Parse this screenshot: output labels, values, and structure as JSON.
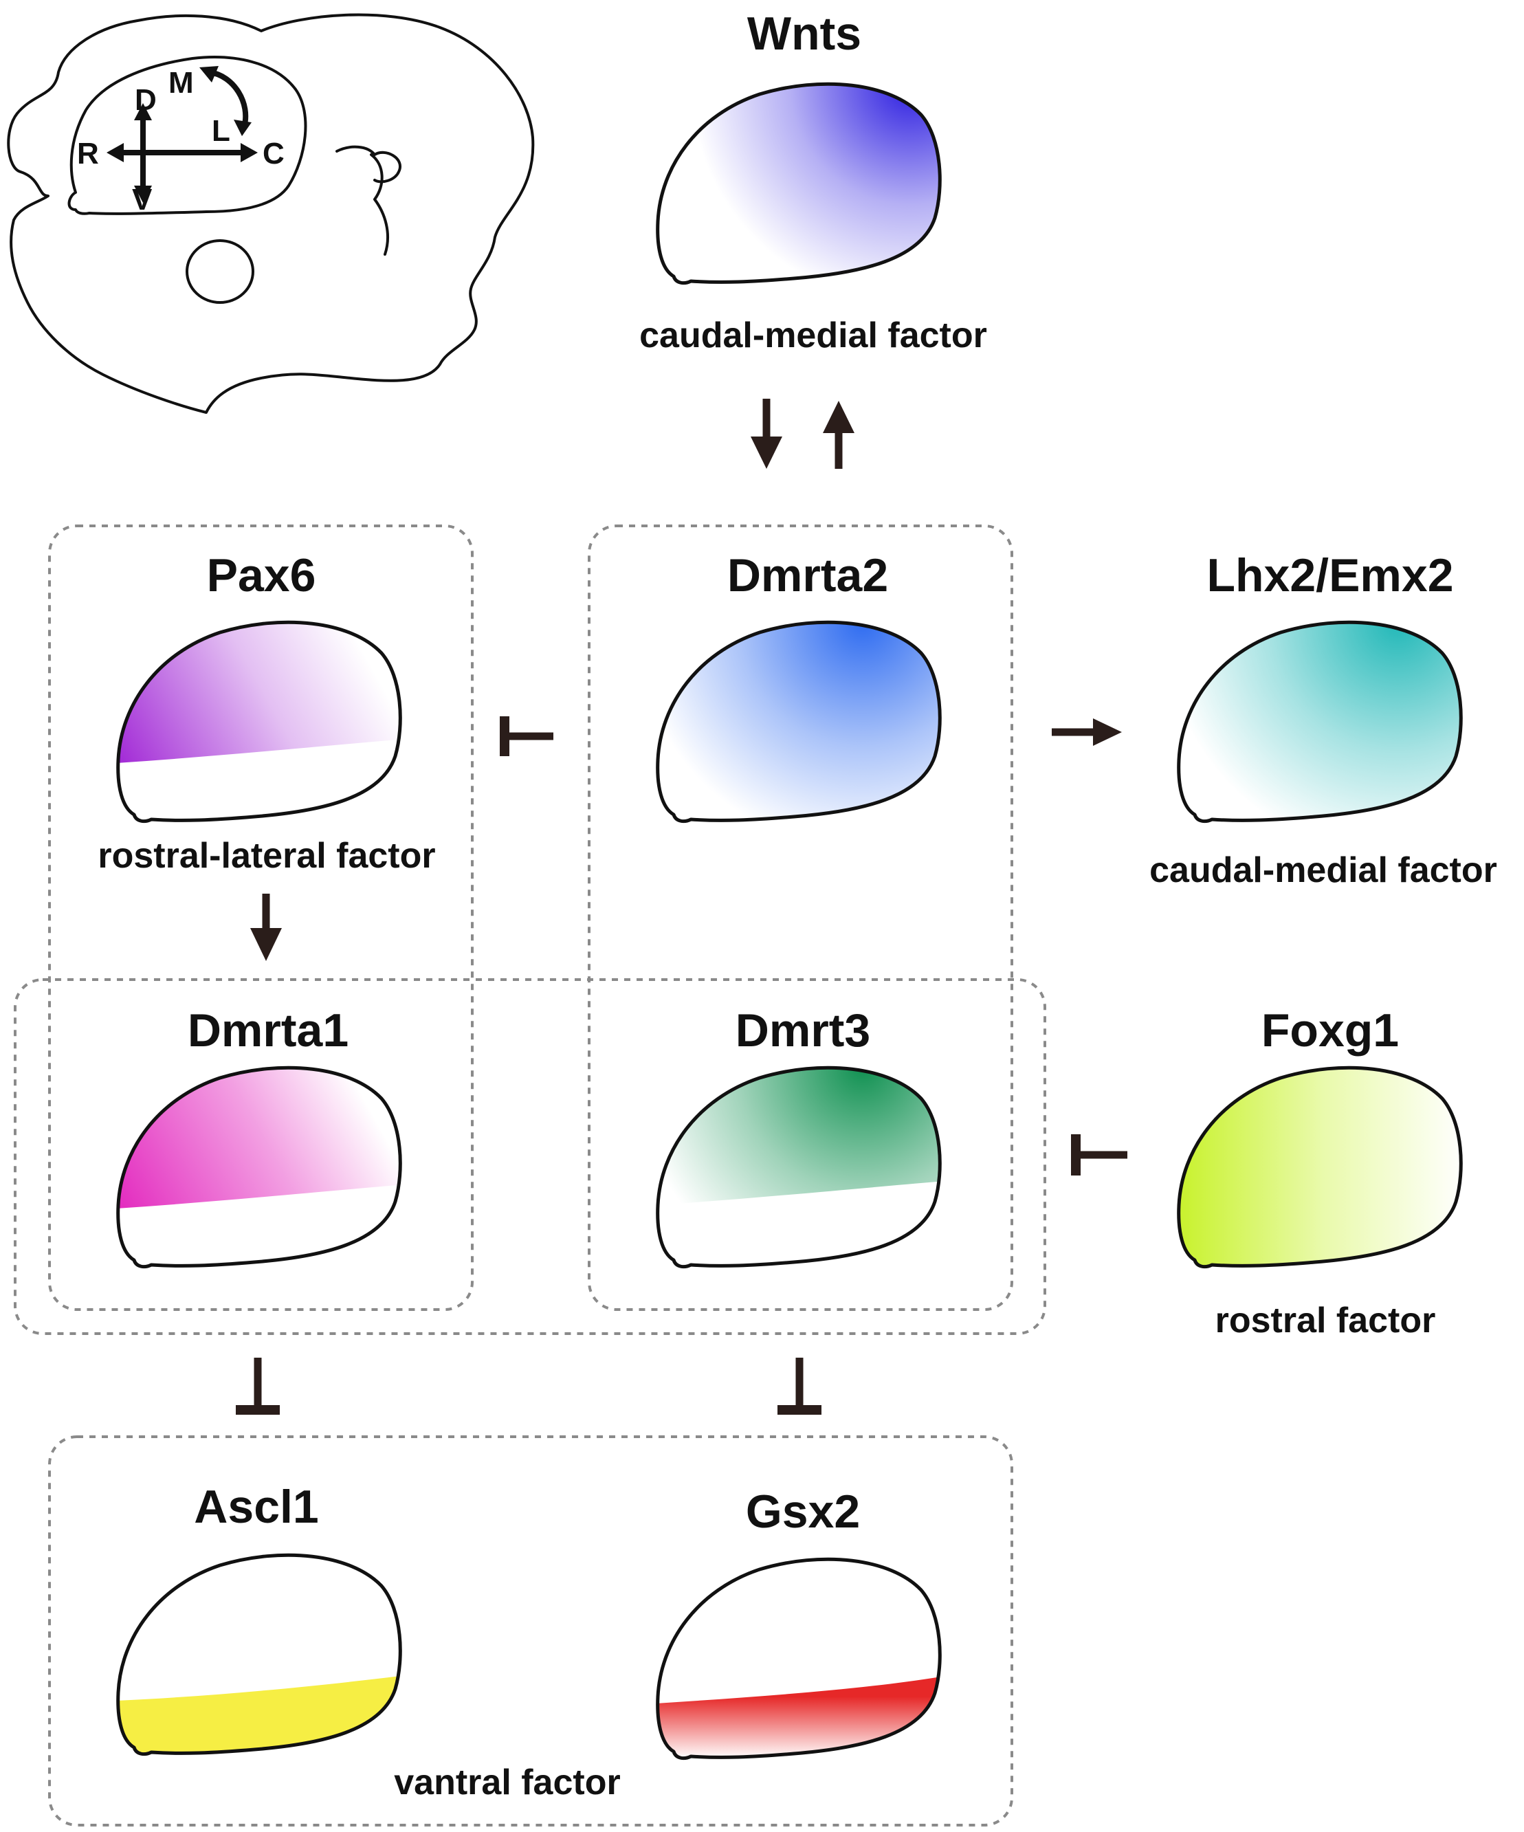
{
  "colors": {
    "wnts": "#2c1de0",
    "pax6": "#a22ad6",
    "dmrta2": "#2f6cf0",
    "lhx2_emx2": "#22b8b8",
    "dmrta1": "#e32bbf",
    "dmrt3": "#119152",
    "foxg1": "#c8f22c",
    "ascl1": "#f6ee44",
    "gsx2": "#e62828",
    "skin": "#fdfbf2",
    "arrow": "#2a1d1a",
    "box_border": "#8a8a8a"
  },
  "orientation": {
    "dorsal": "D",
    "ventral": "V",
    "rostral": "R",
    "caudal": "C",
    "medial": "M",
    "lateral": "L"
  },
  "genes": {
    "wnts": {
      "label": "Wnts",
      "factor": "caudal-medial factor",
      "icon": "caudal-medial-gradient-hemisphere-icon"
    },
    "pax6": {
      "label": "Pax6",
      "factor": "rostral-lateral factor",
      "icon": "rostral-lateral-gradient-hemisphere-icon"
    },
    "dmrta2": {
      "label": "Dmrta2",
      "icon": "caudal-medial-gradient-hemisphere-icon"
    },
    "lhx2_emx2": {
      "label": "Lhx2/Emx2",
      "factor": "caudal-medial factor",
      "icon": "caudal-medial-gradient-hemisphere-icon"
    },
    "dmrta1": {
      "label": "Dmrta1",
      "icon": "rostral-lateral-gradient-hemisphere-icon"
    },
    "dmrt3": {
      "label": "Dmrt3",
      "icon": "caudal-medial-gradient-hemisphere-icon"
    },
    "foxg1": {
      "label": "Foxg1",
      "factor": "rostral factor",
      "icon": "rostral-gradient-hemisphere-icon"
    },
    "ascl1": {
      "label": "Ascl1",
      "icon": "ventral-band-hemisphere-icon"
    },
    "gsx2": {
      "label": "Gsx2",
      "icon": "ventral-band-hemisphere-icon"
    }
  },
  "ventral_factor_label": "vantral factor",
  "interactions": [
    {
      "from": "Wnts",
      "to": "Dmrta2",
      "type": "activation"
    },
    {
      "from": "Dmrta2",
      "to": "Wnts",
      "type": "activation"
    },
    {
      "from": "Dmrta2",
      "to": "Pax6",
      "type": "inhibition"
    },
    {
      "from": "Dmrta2",
      "to": "Lhx2/Emx2",
      "type": "activation"
    },
    {
      "from": "Pax6",
      "to": "Dmrta1",
      "type": "activation"
    },
    {
      "from": "Foxg1",
      "to": "Dmrta1/Dmrt3",
      "type": "inhibition"
    },
    {
      "from": "Dmrta1",
      "to": "Ascl1",
      "type": "inhibition"
    },
    {
      "from": "Dmrt3",
      "to": "Gsx2",
      "type": "inhibition"
    }
  ]
}
